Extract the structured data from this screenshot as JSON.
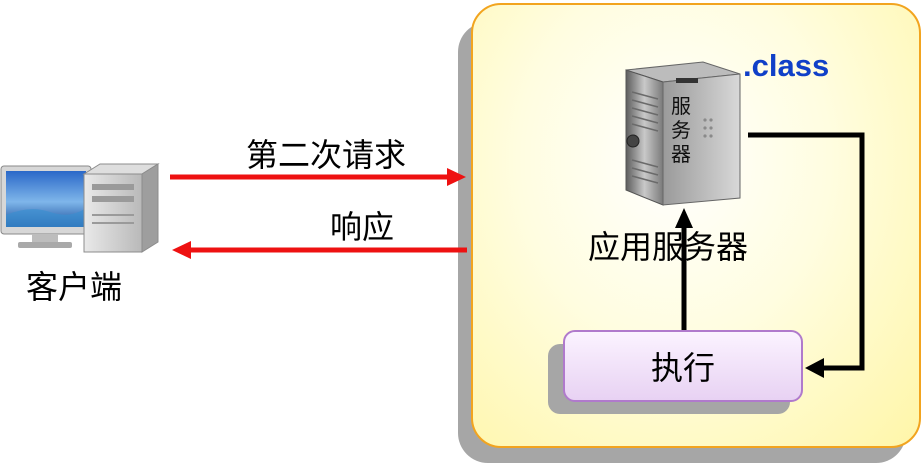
{
  "client": {
    "label": "客户端"
  },
  "request": {
    "label": "第二次请求"
  },
  "response": {
    "label": "响应"
  },
  "server": {
    "label": "应用服务器",
    "chassis_text": [
      "服",
      "务",
      "器"
    ],
    "file_tag": ".class"
  },
  "execute": {
    "label": "执行"
  },
  "colors": {
    "request_arrow": "#ee1111",
    "response_arrow": "#ee1111",
    "flow_arrow": "#000000",
    "panel_border": "#f2a41f",
    "panel_fill": "#fff6a8",
    "execute_border": "#b07acc",
    "file_tag": "#1040c8"
  },
  "icons": [
    "desktop-computer-icon",
    "server-tower-icon"
  ]
}
